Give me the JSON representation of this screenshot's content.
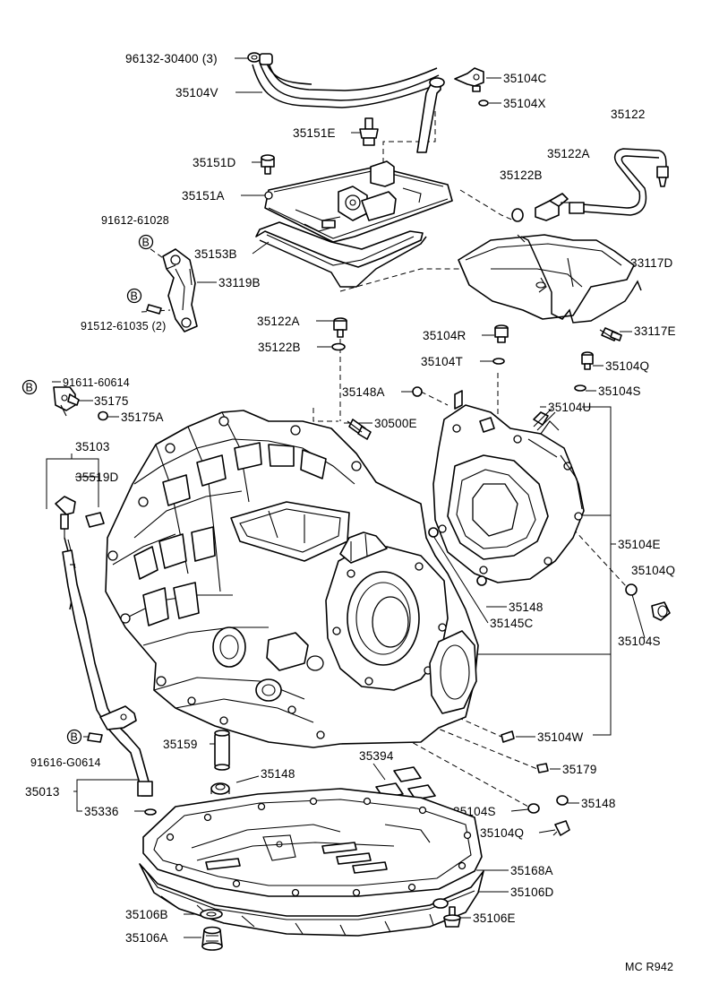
{
  "diagram": {
    "code": "MC R942",
    "circled_b": "B",
    "labels": {
      "p96132_30400": "96132-30400 (3)",
      "p35104V": "35104V",
      "p35104C": "35104C",
      "p35104X": "35104X",
      "p35122": "35122",
      "p35151E": "35151E",
      "p35122A_top": "35122A",
      "p35151D": "35151D",
      "p35122B_top": "35122B",
      "p35151A": "35151A",
      "p91612_61028": "91612-61028",
      "p35153B": "35153B",
      "p33117D": "33117D",
      "p33119B": "33119B",
      "p91512_61035": "91512-61035 (2)",
      "p35122A_mid": "35122A",
      "p35122B_mid": "35122B",
      "p35104R": "35104R",
      "p33117E": "33117E",
      "p35104T": "35104T",
      "p35104Q_1": "35104Q",
      "p91611_60614": "91611-60614",
      "p35175": "35175",
      "p35148A": "35148A",
      "p35104S_1": "35104S",
      "p35175A": "35175A",
      "p30500E": "30500E",
      "p35104U": "35104U",
      "p35103": "35103",
      "p35519D": "35519D",
      "p35104E": "35104E",
      "p35104Q_2": "35104Q",
      "p35148_1": "35148",
      "p35145C": "35145C",
      "p35104S_2": "35104S",
      "p35104W": "35104W",
      "p91616_G0614": "91616-G0614",
      "p35159": "35159",
      "p35148_2": "35148",
      "p35394": "35394",
      "p35179": "35179",
      "p35013": "35013",
      "p35336": "35336",
      "p35104S_3": "35104S",
      "p35148_3": "35148",
      "p35104Q_3": "35104Q",
      "p35168A": "35168A",
      "p35106D": "35106D",
      "p35106B": "35106B",
      "p35106E": "35106E",
      "p35106A": "35106A"
    }
  }
}
